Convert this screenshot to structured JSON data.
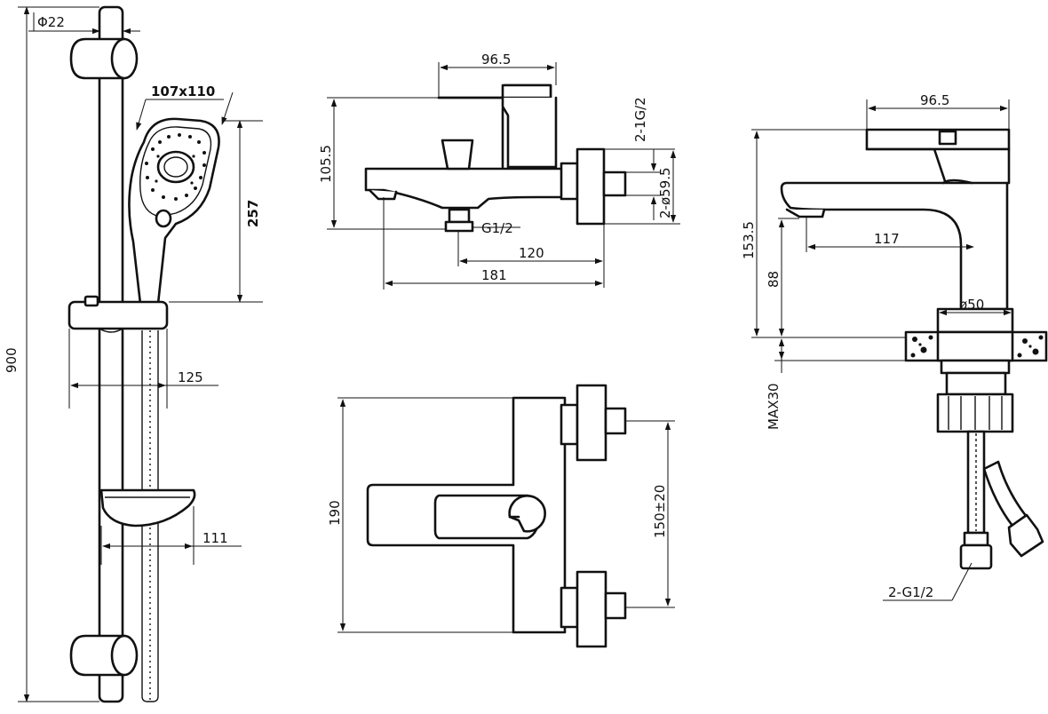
{
  "colors": {
    "ink": "#111111",
    "paper": "#ffffff"
  },
  "shower_set": {
    "rail_diameter": "Φ22",
    "head_size": "107x110",
    "head_length": "257",
    "total_height": "900",
    "holder_projection": "125",
    "soap_dish_width": "111"
  },
  "bath_mixer_side": {
    "handle_width": "96.5",
    "height": "105.5",
    "outlet_thread": "2-1G/2",
    "flange_diameter": "2-ø59.5",
    "diverter_thread": "G1/2",
    "spout_to_wall": "120",
    "overall_length": "181"
  },
  "bath_mixer_top": {
    "depth": "190",
    "center_distance": "150±20"
  },
  "basin_mixer": {
    "handle_width": "96.5",
    "total_height": "153.5",
    "spout_reach": "117",
    "spout_height": "88",
    "base_diameter": "ø50",
    "max_counter_thickness": "MAX30",
    "hose_thread": "2-G1/2"
  }
}
